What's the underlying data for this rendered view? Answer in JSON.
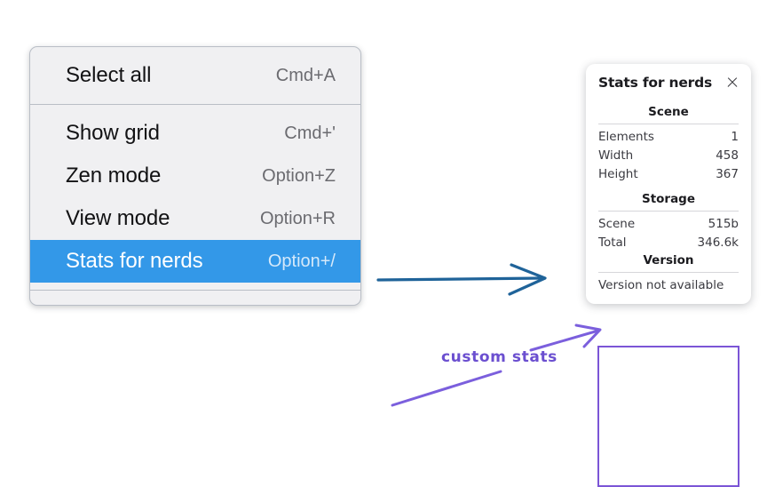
{
  "context_menu": {
    "sections": [
      {
        "items": [
          {
            "label": "Select all",
            "shortcut": "Cmd+A",
            "selected": false
          }
        ]
      },
      {
        "items": [
          {
            "label": "Show grid",
            "shortcut": "Cmd+'",
            "selected": false
          },
          {
            "label": "Zen mode",
            "shortcut": "Option+Z",
            "selected": false
          },
          {
            "label": "View mode",
            "shortcut": "Option+R",
            "selected": false
          },
          {
            "label": "Stats for nerds",
            "shortcut": "Option+/",
            "selected": true
          }
        ]
      }
    ],
    "highlight_color": "#3398e8"
  },
  "stats_panel": {
    "title": "Stats for nerds",
    "close_icon": "close-icon",
    "scene": {
      "heading": "Scene",
      "rows": [
        {
          "key": "Elements",
          "value": "1"
        },
        {
          "key": "Width",
          "value": "458"
        },
        {
          "key": "Height",
          "value": "367"
        }
      ]
    },
    "storage": {
      "heading": "Storage",
      "rows": [
        {
          "key": "Scene",
          "value": "515b"
        },
        {
          "key": "Total",
          "value": "346.6k"
        }
      ]
    },
    "version": {
      "heading": "Version",
      "note": "Version not available"
    },
    "highlight_box_color": "#7b55d6"
  },
  "annotations": {
    "label": "custom stats",
    "label_color": "#6b4fd0",
    "blue_arrow_color": "#1f6399",
    "purple_arrow_color": "#7b5fdd"
  }
}
